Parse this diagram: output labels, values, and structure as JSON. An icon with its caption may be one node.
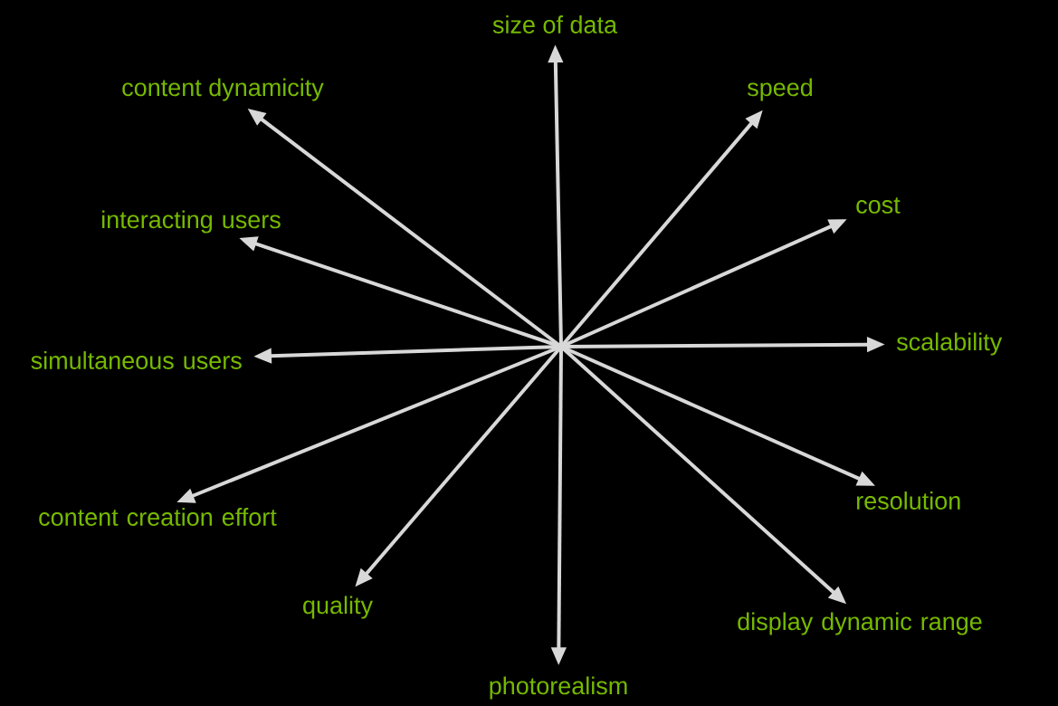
{
  "diagram": {
    "nodes": [
      {
        "text": [
          "size of data"
        ]
      },
      {
        "text": [
          "content dynamicity"
        ]
      },
      {
        "text": [
          "speed"
        ]
      },
      {
        "text": [
          "interacting users"
        ]
      },
      {
        "text": [
          "cost"
        ]
      },
      {
        "text": [
          "simultaneous users"
        ]
      },
      {
        "text": [
          "scalability"
        ]
      },
      {
        "text": [
          "content creation effort"
        ]
      },
      {
        "text": [
          "resolution"
        ]
      },
      {
        "text": [
          "quality"
        ]
      },
      {
        "text": [
          "display dynamic range"
        ]
      },
      {
        "text": [
          "photorealism"
        ]
      }
    ],
    "edges": [
      {
        "from": null,
        "to": 0,
        "arrow": "to"
      },
      {
        "from": null,
        "to": 1,
        "arrow": "to"
      },
      {
        "from": null,
        "to": 2,
        "arrow": "to"
      },
      {
        "from": null,
        "to": 3,
        "arrow": "to"
      },
      {
        "from": null,
        "to": 4,
        "arrow": "to"
      },
      {
        "from": null,
        "to": 5,
        "arrow": "to"
      },
      {
        "from": null,
        "to": 6,
        "arrow": "to"
      },
      {
        "from": null,
        "to": 7,
        "arrow": "to"
      },
      {
        "from": null,
        "to": 8,
        "arrow": "to"
      },
      {
        "from": null,
        "to": 9,
        "arrow": "to"
      },
      {
        "from": null,
        "to": 10,
        "arrow": "to"
      },
      {
        "from": null,
        "to": 11,
        "arrow": "to"
      }
    ]
  }
}
